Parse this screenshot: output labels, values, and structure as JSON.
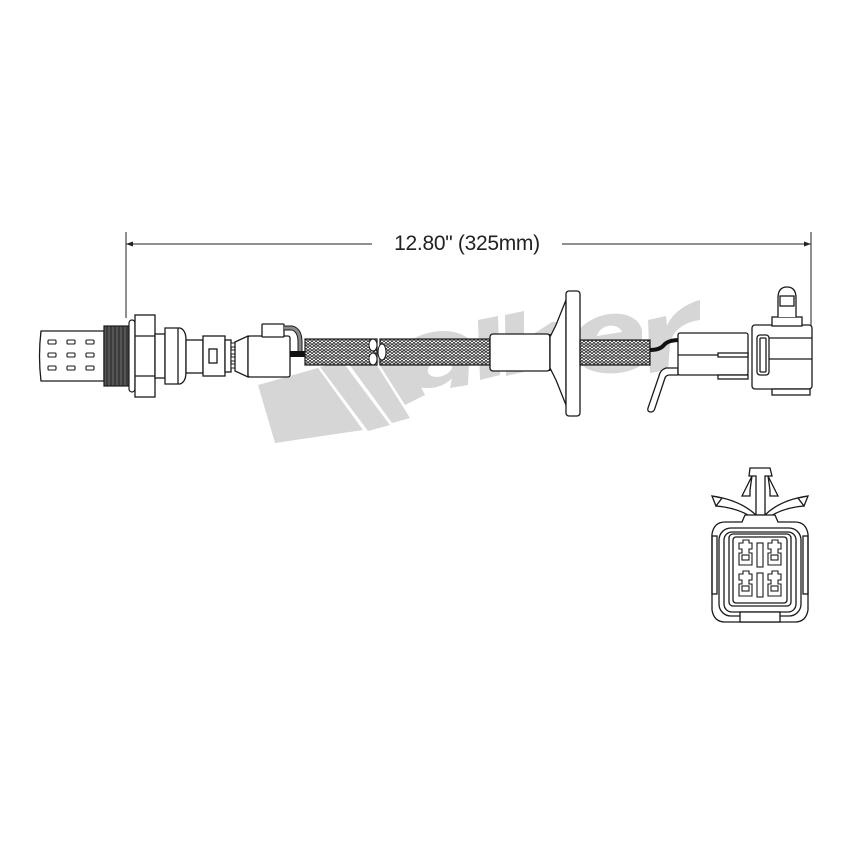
{
  "diagram": {
    "subject": "oxygen sensor",
    "dimension": {
      "label": "12.80\" (325mm)",
      "inches": 12.8,
      "millimeters": 325
    },
    "watermark": {
      "text": "Walker",
      "color": "#d6d6d6"
    },
    "parts": [
      "sensor-tip-shield",
      "threaded-body",
      "hex-nut",
      "sensor-housing",
      "wire-crimp-connector",
      "braided-wire-harness",
      "grommet-flange",
      "wire-clip",
      "electrical-connector",
      "connector-face-4-pin"
    ],
    "connector_face": {
      "pin_count": 4
    },
    "colors": {
      "line": "#1a1a1a",
      "fill": "#ffffff",
      "braid": "#555555",
      "watermark": "#d6d6d6",
      "wire_gray": "#8a8a8a"
    }
  }
}
